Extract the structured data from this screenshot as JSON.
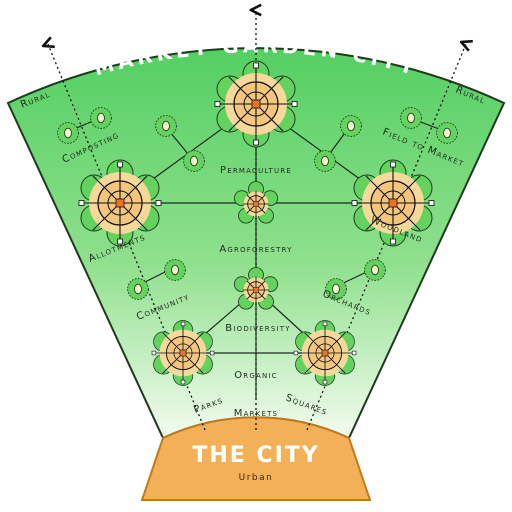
{
  "title_words": [
    "MARKET",
    "GARDEN",
    "CITY"
  ],
  "city": {
    "title": "THE CITY",
    "subtitle": "Urban"
  },
  "labels": {
    "rural_left": "Rural",
    "rural_right": "Rural",
    "composting": "Composting",
    "field_to_market": "Field to Market",
    "permaculture": "Permaculture",
    "agroforestry": "Agroforestry",
    "allotments": "Allotments",
    "woodland": "Woodland",
    "community": "Community",
    "orchards": "Orchards",
    "biodiversity": "Biodiversity",
    "organic": "Organic",
    "parks": "Parks",
    "squares": "Squares",
    "markets": "Markets"
  },
  "colors": {
    "fan_light": "#f2fbe9",
    "fan_green": "#57d066",
    "fan_outline": "#1f3a1f",
    "city_orange": "#f3b157",
    "node_green": "#63d25f",
    "node_orange": "#f1c27a",
    "node_core": "#e8732a"
  }
}
